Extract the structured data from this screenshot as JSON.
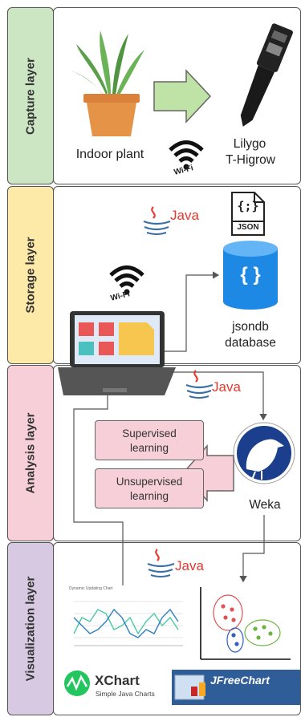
{
  "layers": [
    {
      "label": "Capture layer",
      "color": "#cce6c4"
    },
    {
      "label": "Storage layer",
      "color": "#fde9a8"
    },
    {
      "label": "Analysis layer",
      "color": "#f6cfd9"
    },
    {
      "label": "Visualization layer",
      "color": "#d8c9e3"
    }
  ],
  "capture": {
    "plant": "Indoor plant",
    "device_line1": "Lilygo",
    "device_line2": "T-Higrow",
    "wifi": "Wi-Fi"
  },
  "storage": {
    "java": "Java",
    "json_icon": "JSON",
    "json_braces": "{;}",
    "db_line1": "jsondb",
    "db_line2": "database",
    "wifi": "Wi-Fi",
    "db_glyph": "{ }"
  },
  "analysis": {
    "java": "Java",
    "box1_line1": "Supervised",
    "box1_line2": "learning",
    "box2_line1": "Unsupervised",
    "box2_line2": "learning",
    "weka": "Weka"
  },
  "visualization": {
    "java": "Java",
    "chart_title": "Dynamic Updating Chart",
    "xchart_name": "XChart",
    "xchart_sub": "Simple Java Charts",
    "jfree": "JFreeChart"
  },
  "colors": {
    "java_red": "#e7392f",
    "java_blue": "#3a6ea5",
    "db_blue": "#1e88e5",
    "weka_blue": "#1b3f8c"
  }
}
